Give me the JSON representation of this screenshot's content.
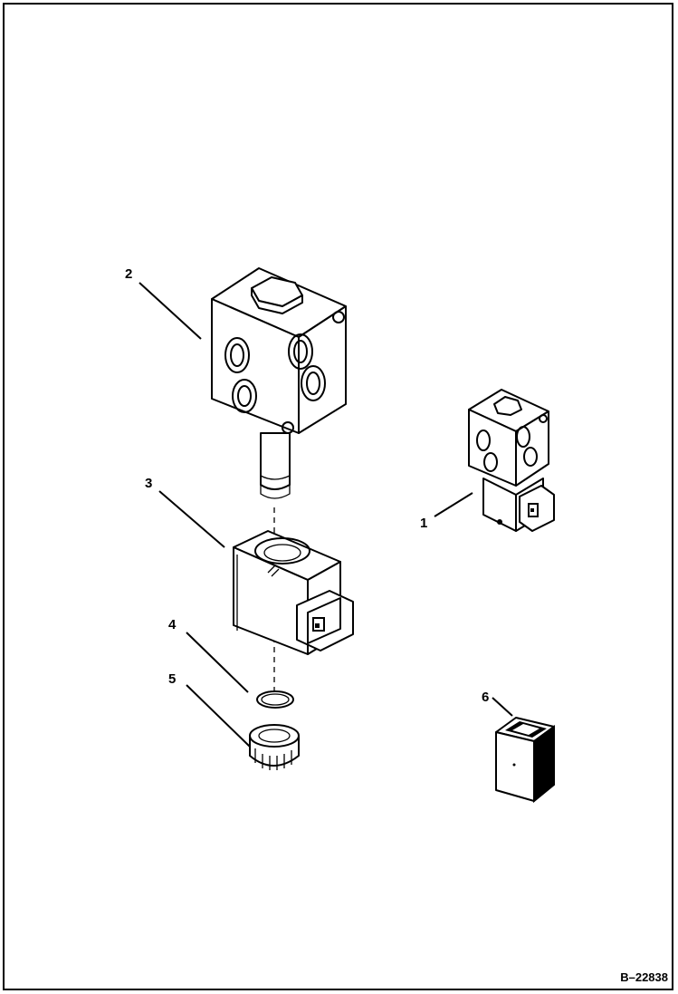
{
  "callouts": [
    {
      "id": "1",
      "label": "1"
    },
    {
      "id": "2",
      "label": "2"
    },
    {
      "id": "3",
      "label": "3"
    },
    {
      "id": "4",
      "label": "4"
    },
    {
      "id": "5",
      "label": "5"
    },
    {
      "id": "6",
      "label": "6"
    }
  ],
  "figure_id": "B–22838",
  "colors": {
    "ink": "#000000",
    "paper": "#ffffff"
  }
}
